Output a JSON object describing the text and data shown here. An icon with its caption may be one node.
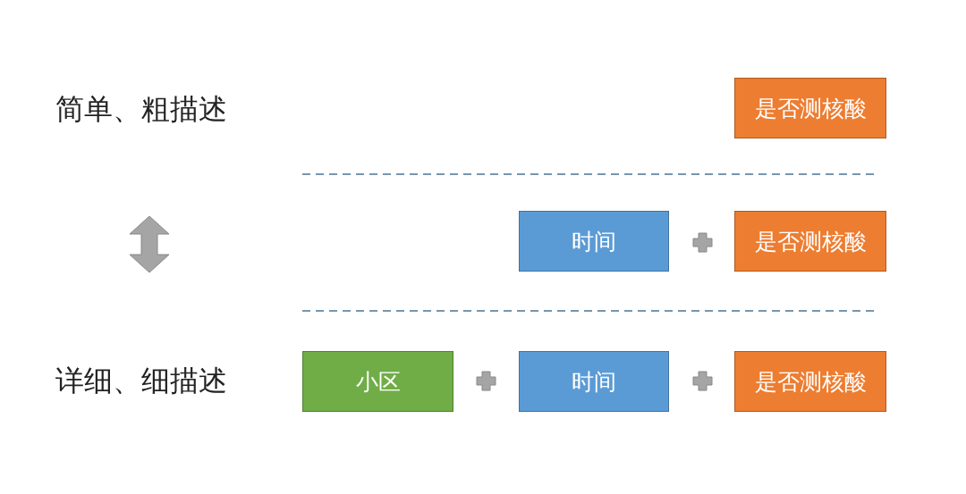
{
  "diagram": {
    "nodes": [
      {
        "text": [
          "是否测核酸"
        ]
      },
      {
        "text": [
          "时间"
        ]
      },
      {
        "text": [
          "是否测核酸"
        ]
      },
      {
        "text": [
          "小区"
        ]
      },
      {
        "text": [
          "时间"
        ]
      },
      {
        "text": [
          "是否测核酸"
        ]
      }
    ],
    "labels": [
      "简单、粗描述",
      "详细、细描述"
    ]
  }
}
